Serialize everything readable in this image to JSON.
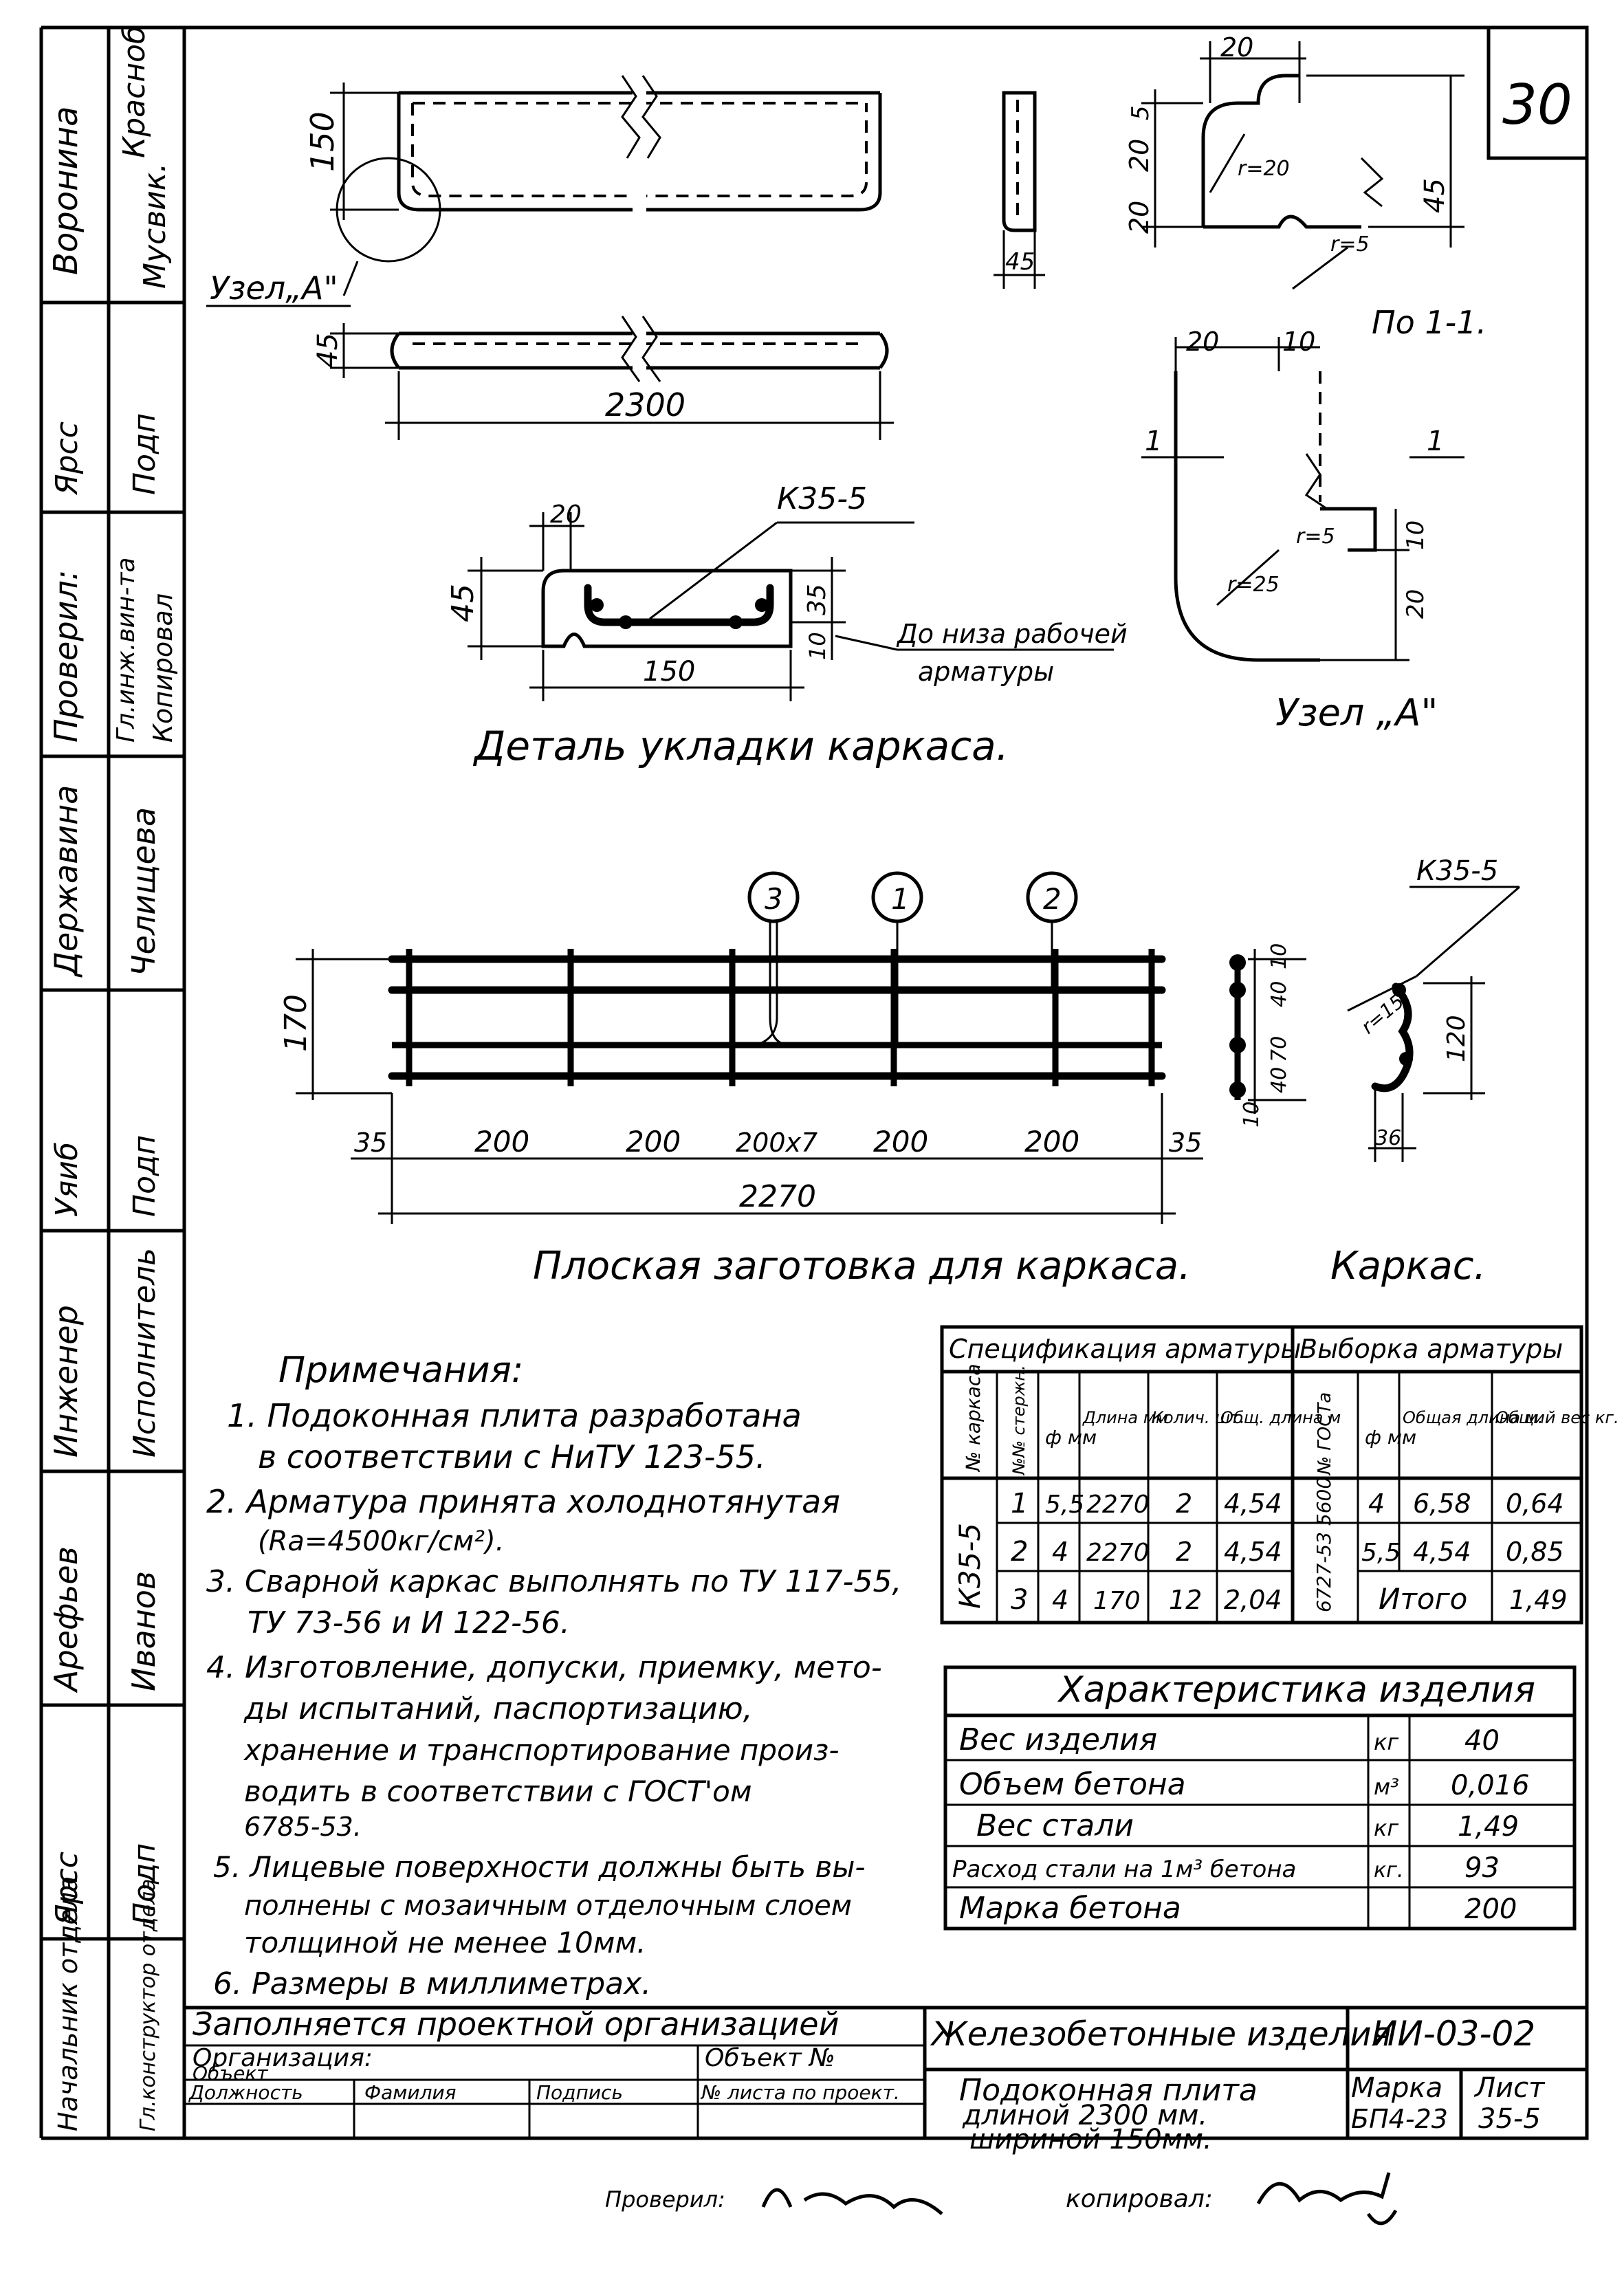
{
  "sheet_number": "30",
  "left_margin": {
    "col1": [
      "Воронина",
      "Ярсс",
      "Проверил:",
      "Державина",
      "Уяиб",
      "Инженер",
      "Арефьев",
      "Ярсс",
      "Начальник отдела"
    ],
    "col2": [
      "Красноб",
      "Мусвик.",
      "Подп",
      "Гл.инж.вин-та",
      "Копировал",
      "Челищева",
      "Подп",
      "Исполнитель",
      "Иванов",
      "Подп",
      "Гл.конструктор отдела"
    ]
  },
  "views": {
    "front_height": "150",
    "side_width": "45",
    "plan_height": "45",
    "overall_length": "2300",
    "node_a_label": "Узел„А\"",
    "section_label": "По 1-1.",
    "section_dims": [
      "20",
      "5",
      "20",
      "20",
      "45",
      "r=20",
      "r=5"
    ],
    "node_dims": [
      "20",
      "10",
      "1",
      "1",
      "r=25",
      "r=5",
      "10",
      "20"
    ],
    "node_title": "Узел „А\""
  },
  "detail": {
    "title": "Деталь укладки каркаса.",
    "frame_mark": "К35-5",
    "dims": [
      "20",
      "45",
      "35",
      "10",
      "150"
    ],
    "note_line1": "До низа рабочей",
    "note_line2": "арматуры"
  },
  "blank": {
    "title": "Плоская  заготовка для каркаса.",
    "callouts": [
      "3",
      "1",
      "2"
    ],
    "height": "170",
    "spacing": [
      "35",
      "200",
      "200",
      "200х7",
      "200",
      "200",
      "35"
    ],
    "total": "2270"
  },
  "frame": {
    "title": "Каркас.",
    "mark": "К35-5",
    "dims": [
      "10",
      "40",
      "70",
      "40",
      "10",
      "r=15",
      "120",
      "36"
    ]
  },
  "notes": {
    "heading": "Примечания:",
    "items": [
      "1. Подоконная плита разработана",
      "в соответствии с НиТУ 123-55.",
      "2. Арматура принята холоднотянутая",
      "(Ra=4500кг/см²).",
      "3. Сварной каркас выполнять по ТУ 117-55,",
      "ТУ 73-56 и И 122-56.",
      "4. Изготовление, допуски, приемку, мето-",
      "ды испытаний, паспортизацию,",
      "хранение и транспортирование произ-",
      "водить в соответствии с ГОСТ'ом",
      "6785-53.",
      "5. Лицевые поверхности должны быть вы-",
      "полнены с мозаичным отделочным слоем",
      "толщиной не менее 10мм.",
      "6. Размеры в миллиметрах."
    ]
  },
  "spec_table": {
    "title_left": "Спецификация арматуры",
    "title_right": "Выборка арматуры",
    "headers": [
      "№ каркаса",
      "№№ стержн.",
      "ф мм",
      "Длина мм",
      "Колич. шт.",
      "Общ. длина м",
      "№ ГОСТа",
      "ф мм",
      "Общая длина м.",
      "Общий вес кг."
    ],
    "frame_id": "К35-5",
    "gost": "6727-53 5600",
    "rows": [
      [
        "1",
        "5,5",
        "2270",
        "2",
        "4,54"
      ],
      [
        "2",
        "4",
        "2270",
        "2",
        "4,54"
      ],
      [
        "3",
        "4",
        "170",
        "12",
        "2,04"
      ]
    ],
    "right_rows": [
      [
        "4",
        "6,58",
        "0,64"
      ],
      [
        "5,5",
        "4,54",
        "0,85"
      ]
    ],
    "total_label": "Итого",
    "total_value": "1,49"
  },
  "char_table": {
    "title": "Характеристика изделия",
    "rows": [
      [
        "Вес изделия",
        "кг",
        "40"
      ],
      [
        "Объем бетона",
        "м³",
        "0,016"
      ],
      [
        "Вес стали",
        "кг",
        "1,49"
      ],
      [
        "Расход стали на 1м³ бетона",
        "кг.",
        "93"
      ],
      [
        "Марка бетона",
        "",
        "200"
      ]
    ]
  },
  "title_block": {
    "fill_note": "Заполняется проектной организацией",
    "org": "Организация:",
    "obj": "Объект",
    "obj_no": "Объект №",
    "cols": [
      "Должность",
      "Фамилия",
      "Подпись",
      "№ листа по проект."
    ],
    "product_group": "Железобетонные изделия",
    "series": "ИИ-03-02",
    "desc": [
      "Подоконная плита",
      "длиной 2300 мм.",
      "шириной 150мм."
    ],
    "mark_label": "Марка",
    "sheet_label": "Лист",
    "mark": "БП4-23",
    "sheet": "35-5",
    "checked": "Проверил:",
    "copied": "копировал:"
  }
}
